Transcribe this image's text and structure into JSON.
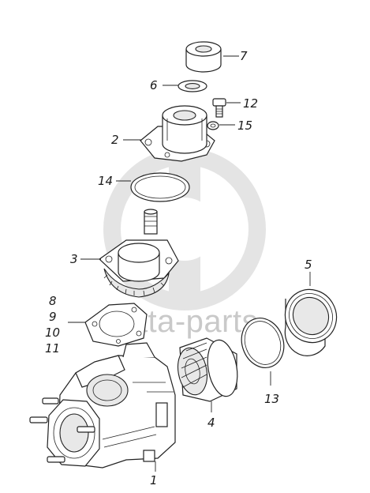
{
  "watermark": {
    "text": "data-parts",
    "color": "#c9c9c9"
  },
  "callouts": {
    "c1": "1",
    "c2": "2",
    "c3": "3",
    "c4": "4",
    "c5": "5",
    "c6": "6",
    "c7": "7",
    "c8": "8",
    "c9": "9",
    "c10": "10",
    "c11": "11",
    "c12": "12",
    "c13": "13",
    "c14": "14",
    "c15": "15"
  }
}
